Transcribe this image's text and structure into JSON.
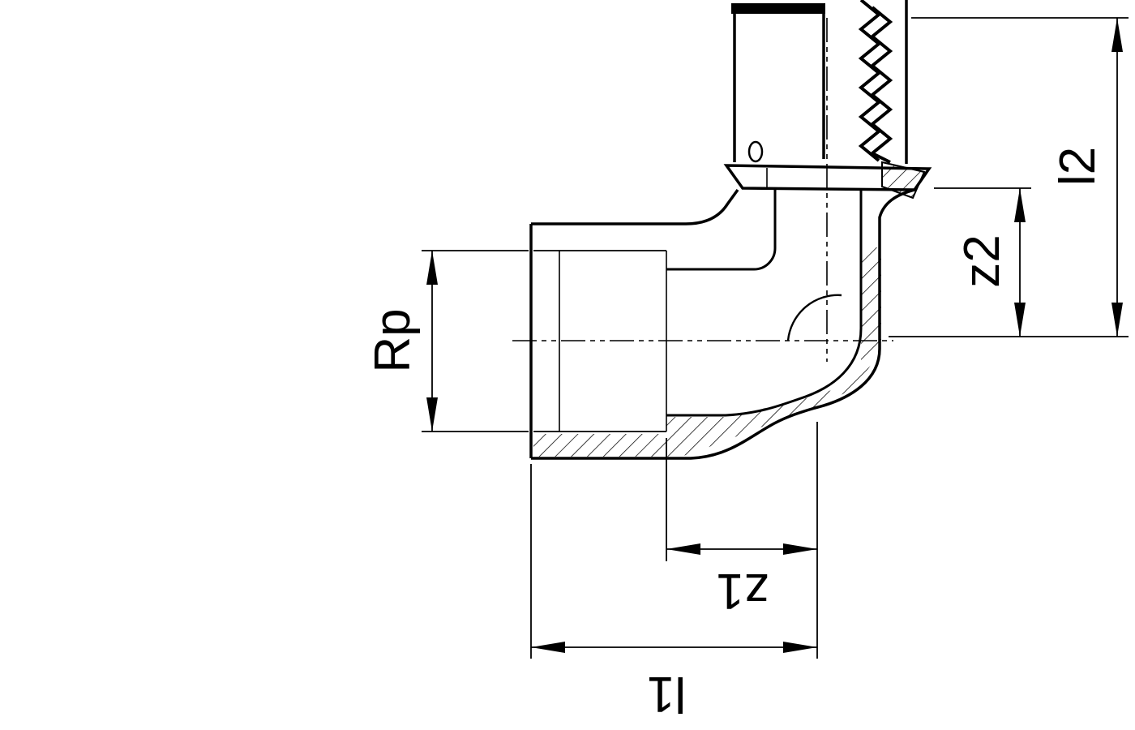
{
  "page": {
    "background": "#ffffff",
    "line_color": "#000000"
  },
  "drawing": {
    "kind": "technical-sectional-drawing",
    "subject": "90-degree press-fit elbow adapter with female thread, half-section view with hatching, centerlines and dimension lines",
    "labels": {
      "rp": "Rp",
      "l2": "l2",
      "z2": "z2",
      "z1": "z1",
      "l1": "l1"
    }
  }
}
